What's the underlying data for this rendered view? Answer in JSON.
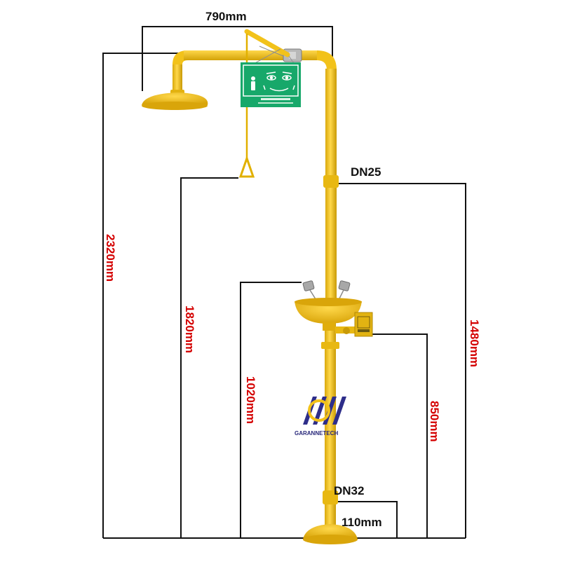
{
  "diagram": {
    "dimensions": {
      "width_top": "790mm",
      "total_height": "2320mm",
      "pull_rod_height": "1820mm",
      "pipe_upper_size": "DN25",
      "eyewash_height": "1020mm",
      "upper_section_height": "1480mm",
      "valve_height": "850mm",
      "pipe_lower_size": "DN32",
      "base_offset": "110mm"
    },
    "logo": {
      "text": "GARANNETECH"
    },
    "colors": {
      "pipe": "#f2c21a",
      "pipe_shadow": "#c99a06",
      "sign": "#17a86a",
      "dim_line": "#111111",
      "red_label": "#d40000",
      "logo": "#27277a"
    }
  }
}
